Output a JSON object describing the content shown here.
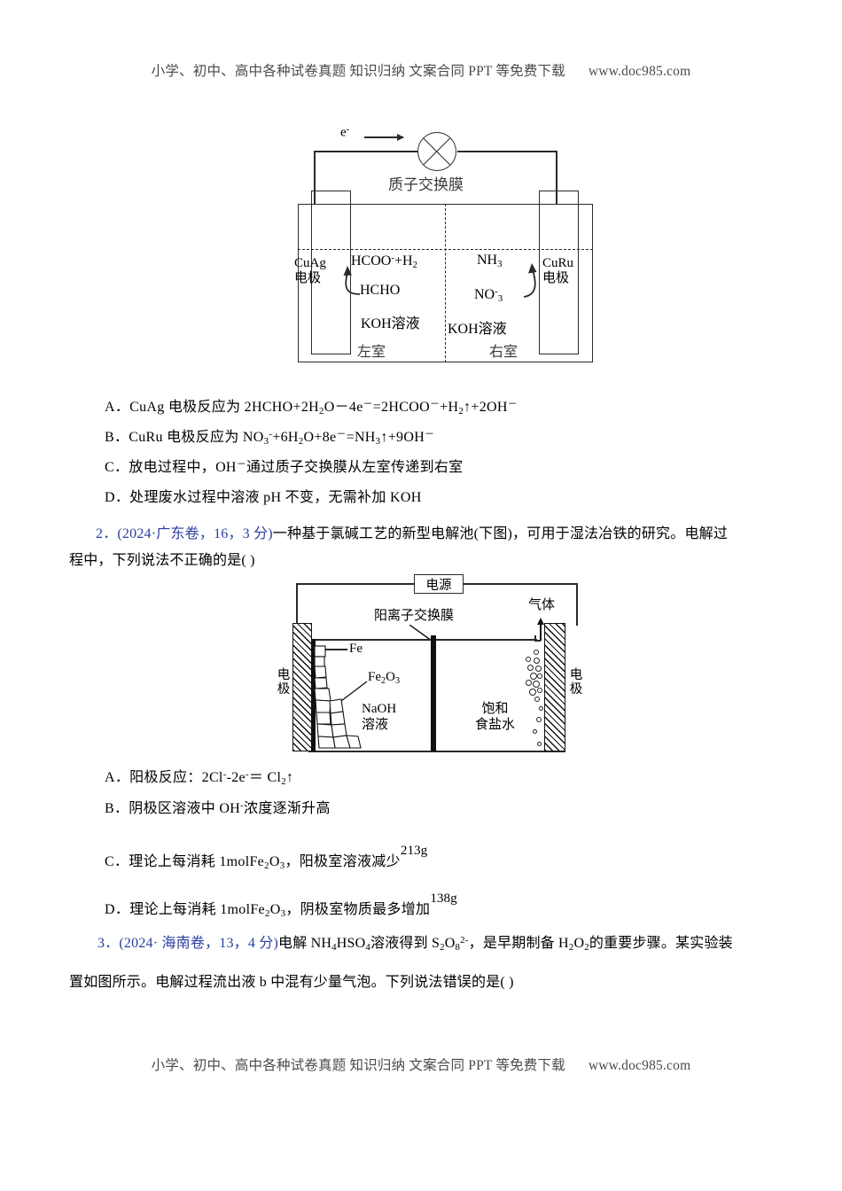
{
  "watermark": {
    "text": "小学、初中、高中各种试卷真题  知识归纳  文案合同  PPT 等免费下载",
    "url": "www.doc985.com"
  },
  "figure1": {
    "name": "fuel-cell-diagram",
    "electron_label": "e",
    "electron_sup": "-",
    "membrane_label": "质子交换膜",
    "left_electrode_line1": "CuAg",
    "left_electrode_line2": "电极",
    "right_electrode_line1": "CuRu",
    "right_electrode_line2": "电极",
    "product_left": "HCOO",
    "product_left_sup": "-",
    "product_left_tail": "+H",
    "product_left_sub": "2",
    "reactant_left": "HCHO",
    "product_right": "NH",
    "product_right_sub": "3",
    "reactant_right": "NO",
    "reactant_right_sup": "-",
    "reactant_right_sub": "3",
    "solution_left": "KOH溶液",
    "solution_right": "KOH溶液",
    "chamber_left": "左室",
    "chamber_right": "右室"
  },
  "question1": {
    "options": [
      {
        "key": "A",
        "html": "CuAg 电极反应为 2HCHO+2H<sub>2</sub>O－4e<sup>－</sup>=2HCOO<sup>－</sup>+H<sub>2</sub>↑+2OH<sup>－</sup>"
      },
      {
        "key": "B",
        "html": "CuRu 电极反应为 NO<sub>3</sub><sup>-</sup>+6H<sub>2</sub>O+8e<sup>－</sup>=NH<sub>3</sub>↑+9OH<sup>－</sup>"
      },
      {
        "key": "C",
        "html": "放电过程中，OH<sup>－</sup>通过质子交换膜从左室传递到右室"
      },
      {
        "key": "D",
        "html": "处理废水过程中溶液 pH 不变，无需补加 KOH"
      }
    ]
  },
  "question2": {
    "number": "2．",
    "source": "(2024·广东卷，16，3 分)",
    "body_line1": "一种基于氯碱工艺的新型电解池(下图)，可用于湿法冶铁的研究。电解过",
    "body_line2": "程中，下列说法不正确的是(  )",
    "options": [
      {
        "key": "A",
        "html": "阳极反应：2Cl<sup>-</sup>-2e<sup>-</sup>＝ Cl<sub>2</sub>↑"
      },
      {
        "key": "B",
        "html": "阴极区溶液中 OH<sup>-</sup>浓度逐渐升高"
      },
      {
        "key": "C",
        "html": "理论上每消耗 1molFe<sub>2</sub>O<sub>3</sub>，阳极室溶液减少<span class=\"supbig\">213g</span>"
      },
      {
        "key": "D",
        "html": "理论上每消耗 1molFe<sub>2</sub>O<sub>3</sub>，阴极室物质最多增加<span class=\"supbig\">138g</span>"
      }
    ]
  },
  "figure2": {
    "name": "electrolysis-cell-diagram",
    "power_source": "电源",
    "membrane_label": "阳离子交换膜",
    "gas_label": "气体",
    "fe_label": "Fe",
    "fe2o3_label_html": "Fe<sub>2</sub>O<sub>3</sub>",
    "naoh_line1": "NaOH",
    "naoh_line2": "溶液",
    "brine_line1": "饱和",
    "brine_line2": "食盐水",
    "left_electrode": "电极",
    "right_electrode": "电极"
  },
  "question3": {
    "number": "3．",
    "source": "(2024· 海南卷，13，4 分)",
    "body_line1_html": "电解 NH<sub>4</sub>HSO<sub>4</sub>溶液得到 S<sub>2</sub>O<sub>8</sub><sup>2-</sup>，是早期制备 H<sub>2</sub>O<sub>2</sub>的重要步骤。某实验装",
    "body_line2_html": "置如图所示。电解过程流出液 b 中混有少量气泡。下列说法<span class=\"dotted\">错误</span>的是(  )"
  }
}
